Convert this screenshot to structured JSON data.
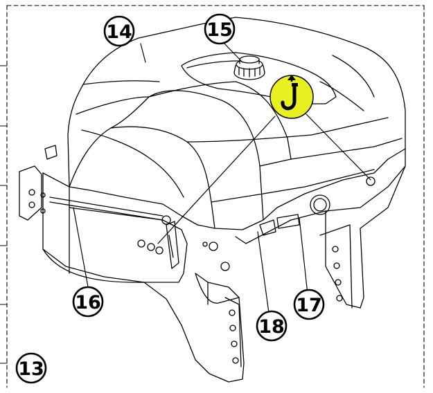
{
  "callouts": {
    "c13": "13",
    "c14": "14",
    "c15": "15",
    "c16": "16",
    "c17": "17",
    "c18": "18"
  },
  "lift_point_icon": "lifting-hook-icon",
  "colors": {
    "line": "#000000",
    "highlight": "#e8f020",
    "background": "#ffffff"
  }
}
